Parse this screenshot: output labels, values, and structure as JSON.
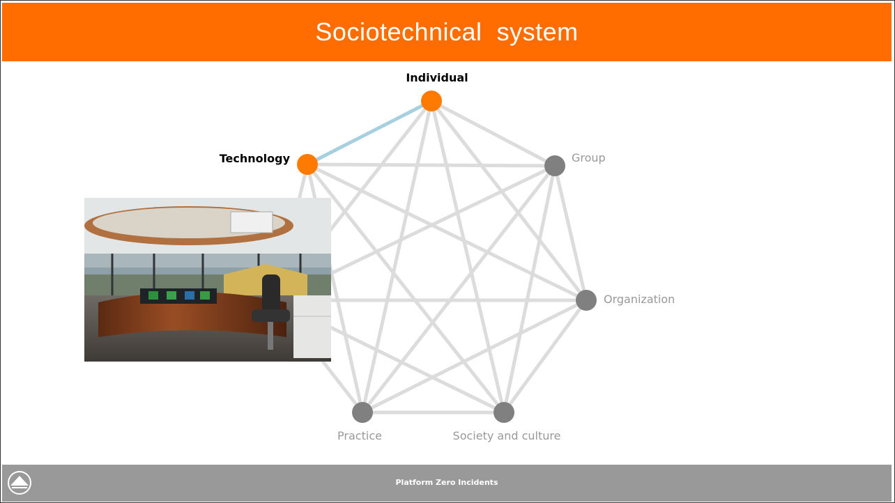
{
  "slide": {
    "title": "Sociotechnical  system",
    "footer": "Platform Zero Incidents",
    "logo_icon": "triangle-in-circle-icon",
    "accent_color": "#ff6d00",
    "footer_color": "#999999"
  },
  "diagram": {
    "active_color": "#ff7a00",
    "inactive_color": "#808080",
    "edge_color": "#dcdcdc",
    "highlight_edge_color": "#a6cfe0",
    "nodes": [
      {
        "id": "individual",
        "label": "Individual",
        "active": true
      },
      {
        "id": "group",
        "label": "Group",
        "active": false
      },
      {
        "id": "organization",
        "label": "Organization",
        "active": false
      },
      {
        "id": "society",
        "label": "Society and culture",
        "active": false
      },
      {
        "id": "practice",
        "label": "Practice",
        "active": false
      },
      {
        "id": "hidden",
        "label": "",
        "active": false
      },
      {
        "id": "technology",
        "label": "Technology",
        "active": true
      }
    ],
    "highlight_edge": [
      "individual",
      "technology"
    ]
  },
  "photo": {
    "subject": "ship-bridge-photo"
  }
}
